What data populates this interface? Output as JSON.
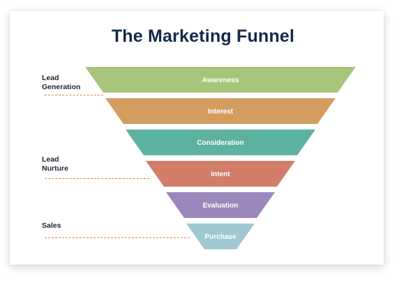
{
  "title": "The Marketing Funnel",
  "stages": [
    {
      "label": "Awareness",
      "color": "#a9c57c"
    },
    {
      "label": "Interest",
      "color": "#d49d60"
    },
    {
      "label": "Consideration",
      "color": "#5db1a0"
    },
    {
      "label": "Intent",
      "color": "#d27d69"
    },
    {
      "label": "Evaluation",
      "color": "#9b87bb"
    },
    {
      "label": "Purchase",
      "color": "#9fc8d2"
    }
  ],
  "side_labels": [
    {
      "lines": [
        "Lead",
        "Generation"
      ]
    },
    {
      "lines": [
        "Lead",
        "Nurture"
      ]
    },
    {
      "lines": [
        "Sales"
      ]
    }
  ],
  "colors": {
    "title": "#142848",
    "dash": "#e87a46"
  }
}
